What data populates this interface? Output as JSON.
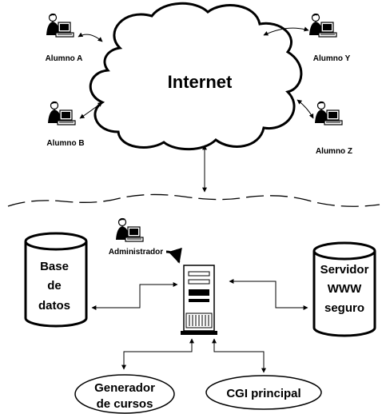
{
  "cloud": {
    "label": "Internet"
  },
  "users": {
    "alumno_a": "Alumno A",
    "alumno_b": "Alumno B",
    "alumno_y": "Alumno Y",
    "alumno_z": "Alumno Z",
    "administrador": "Administrador"
  },
  "database": {
    "line1": "Base",
    "line2": "de",
    "line3": "datos"
  },
  "web_server": {
    "line1": "Servidor",
    "line2": "WWW",
    "line3": "seguro"
  },
  "generator": {
    "line1": "Generador",
    "line2": "de cursos"
  },
  "cgi": {
    "label": "CGI principal"
  }
}
